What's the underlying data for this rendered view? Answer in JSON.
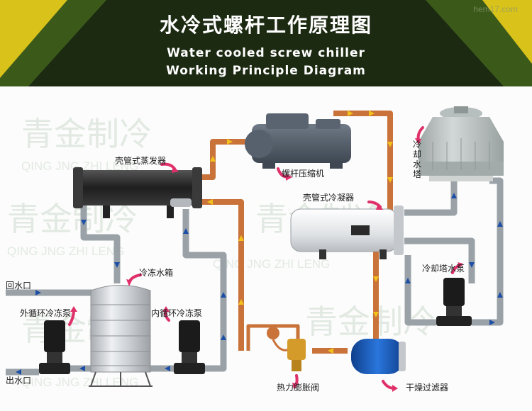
{
  "header": {
    "title_cn": "水冷式螺杆工作原理图",
    "title_en_line1": "Water cooled screw chiller",
    "title_en_line2": "Working Principle Diagram",
    "watermark": "hem17.com"
  },
  "background_watermark": {
    "cn": "青金制冷",
    "pinyin": "QING JNG ZHI LENG"
  },
  "labels": {
    "evaporator": "壳管式蒸发器",
    "compressor": "螺杆压缩机",
    "condenser": "壳管式冷凝器",
    "cooling_tower": "冷却水塔",
    "chilled_tank": "冷冻水箱",
    "return_inlet": "回水口",
    "outer_pump": "外循环冷冻泵",
    "inner_pump": "内循环冷冻泵",
    "outlet": "出水口",
    "cooling_pump": "冷却塔水泵",
    "expansion_valve": "热力膨胀阀",
    "dryer_filter": "干燥过滤器"
  },
  "colors": {
    "banner_dark": "#1c2a12",
    "banner_green": "#3b5a1a",
    "banner_yellow": "#d9c21a",
    "copper_pipe": "#c9733a",
    "water_pipe": "#9aa2a8",
    "arrow_blue": "#1d4fa6",
    "arrow_yellow": "#f2c21c",
    "pointer_pink": "#e0306a",
    "evaporator_body": "#2c2c2c",
    "compressor_body": "#4e5966",
    "condenser_body": "#e8eaec",
    "tank_steel": "#c9ccd0",
    "pump_body": "#1b1b1b",
    "filter_blue": "#1b5fc1",
    "tower_body": "#b9c0bf"
  }
}
